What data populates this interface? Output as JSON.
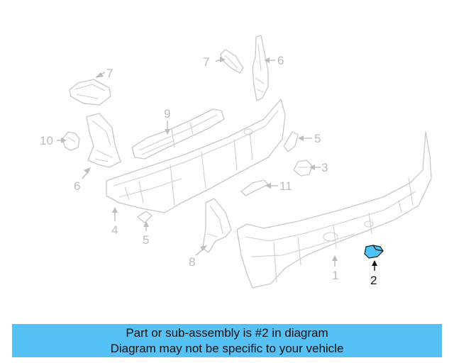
{
  "diagram": {
    "highlight_color": "#4fc3f7",
    "highlighted_callout": "2",
    "callouts": [
      "1",
      "2",
      "3",
      "4",
      "5",
      "5",
      "6",
      "6",
      "7",
      "7",
      "8",
      "9",
      "10",
      "11"
    ]
  },
  "banner": {
    "background": "#55c1f5",
    "line1": "Part or sub-assembly is #2 in diagram",
    "line2": "Diagram may not be specific to your vehicle"
  }
}
